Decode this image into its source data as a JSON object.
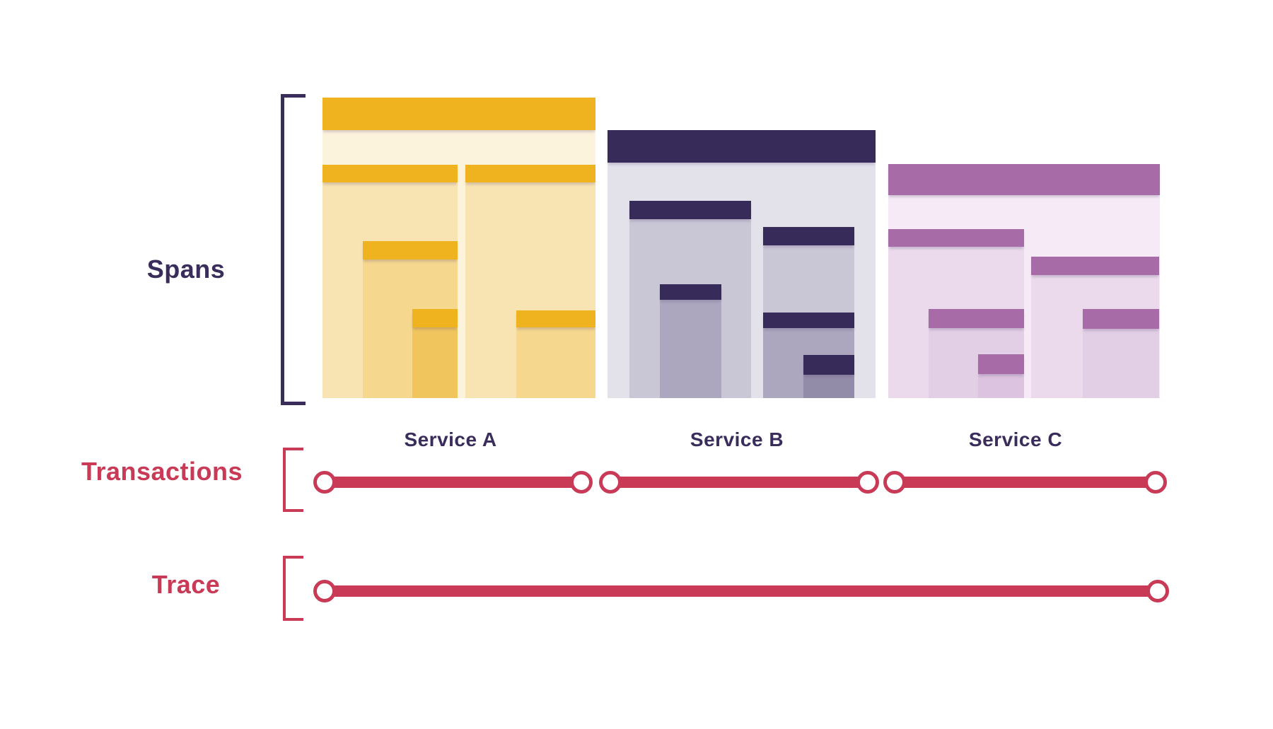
{
  "labels": {
    "spans": "Spans",
    "transactions": "Transactions",
    "trace": "Trace"
  },
  "services": [
    {
      "label": "Service A"
    },
    {
      "label": "Service B"
    },
    {
      "label": "Service C"
    }
  ],
  "palette": {
    "navy": "#3A2D5C",
    "crimson": "#C93A57",
    "background": "#FFFFFF",
    "serviceA": {
      "header": "#EFB31F",
      "body": "#FCF3DC",
      "child": "#F8E3B2",
      "grandchild": "#F5D78E",
      "great_grandchild": "#F0C55E"
    },
    "serviceB": {
      "header": "#372C59",
      "body": "#E3E1EA",
      "child": "#C9C6D5",
      "grandchild": "#ACA7BE",
      "great_grandchild": "#928CA8"
    },
    "serviceC": {
      "header": "#A76CA8",
      "body": "#F5EAF5",
      "child": "#EBDAEC",
      "grandchild": "#E3CFE5",
      "great_grandchild": "#DCC3DF"
    }
  }
}
